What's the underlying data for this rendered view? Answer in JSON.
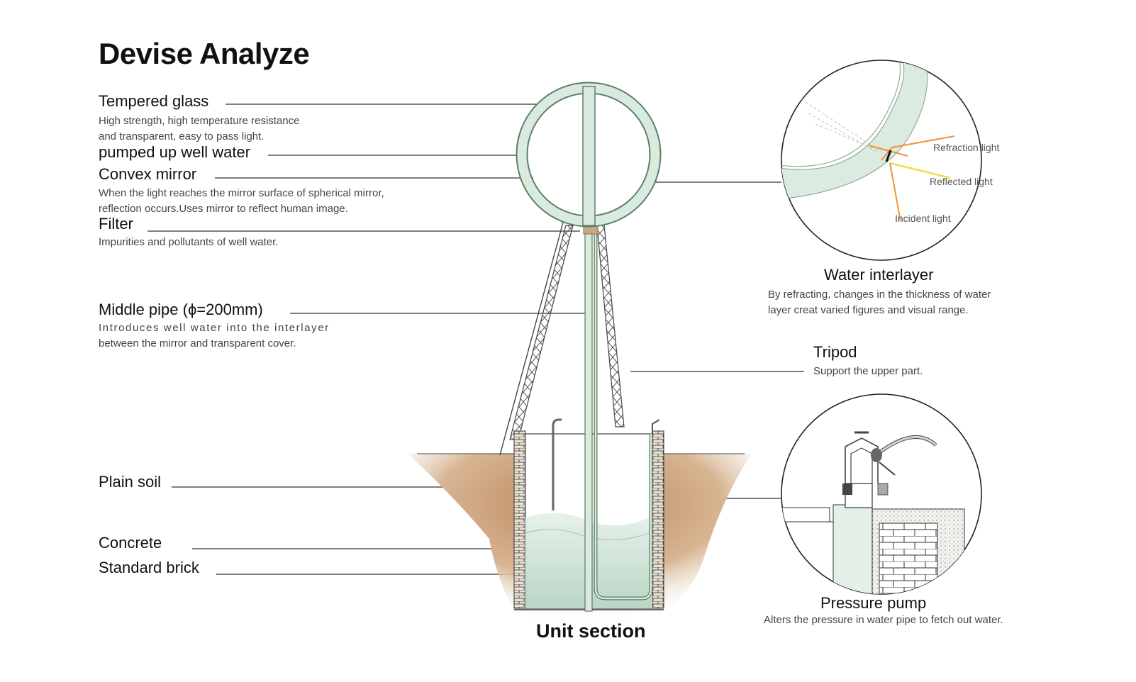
{
  "title": "Devise Analyze",
  "left_labels": [
    {
      "label": "Tempered glass",
      "desc": [
        "High strength, high temperature resistance",
        "and transparent, easy to pass light."
      ]
    },
    {
      "label": "pumped up well water",
      "desc": []
    },
    {
      "label": "Convex mirror",
      "desc": [
        "When the light reaches the mirror surface of spherical mirror,",
        "reflection occurs.Uses mirror to reflect human image."
      ]
    },
    {
      "label": "Filter",
      "desc": [
        "Impurities and pollutants of well water."
      ]
    },
    {
      "label": "Middle pipe (ϕ=200mm)",
      "desc": [
        "Introduces well water into the interlayer",
        "between the mirror and transparent cover."
      ]
    },
    {
      "label": "Plain soil",
      "desc": []
    },
    {
      "label": "Concrete",
      "desc": []
    },
    {
      "label": "Standard brick",
      "desc": []
    }
  ],
  "right_labels": {
    "water_interlayer": {
      "label": "Water interlayer",
      "desc": [
        "By refracting, changes in the thickness of water",
        "layer creat varied figures and visual range."
      ]
    },
    "tripod": {
      "label": "Tripod",
      "desc": [
        "Support the upper part."
      ]
    },
    "pressure_pump": {
      "label": "Pressure pump",
      "desc": [
        "Alters the pressure in water pipe to fetch out water."
      ]
    }
  },
  "light_detail": {
    "refraction": "Refraction light",
    "reflected": "Reflected light",
    "incident": "Incident light"
  },
  "section_title": "Unit section",
  "colors": {
    "glass": "#d9ebde",
    "glass_stroke": "#6f8d77",
    "soil": "#c4956c",
    "water": "#cfe3d8",
    "orange": "#ef9336",
    "yellow": "#f2dc4a",
    "line": "#333333"
  }
}
